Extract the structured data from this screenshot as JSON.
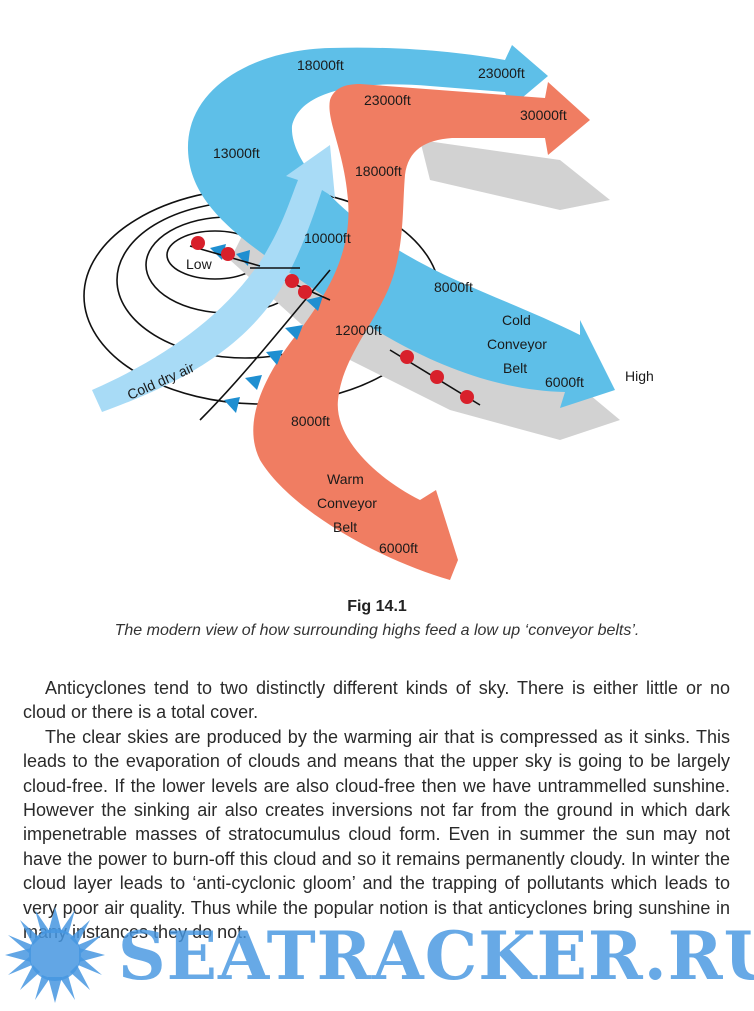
{
  "figure": {
    "labels": {
      "cold_top_18000": "18000ft",
      "cold_top_23000": "23000ft",
      "cold_13000": "13000ft",
      "cold_10000": "10000ft",
      "cold_8000": "8000ft",
      "cold_belt_line1": "Cold",
      "cold_belt_line2": "Conveyor",
      "cold_belt_line3": "Belt",
      "cold_6000": "6000ft",
      "warm_23000": "23000ft",
      "warm_30000": "30000ft",
      "warm_18000": "18000ft",
      "warm_12000": "12000ft",
      "warm_8000": "8000ft",
      "warm_belt_line1": "Warm",
      "warm_belt_line2": "Conveyor",
      "warm_belt_line3": "Belt",
      "warm_6000": "6000ft",
      "low": "Low",
      "high": "High",
      "cold_dry_air": "Cold dry air"
    },
    "colors": {
      "cold_conveyor": "#5ebfe8",
      "warm_conveyor": "#f07d62",
      "cold_dry_air": "#a8dbf6",
      "shadow": "#cfcfcf",
      "cold_front_triangles": "#1f8fd1",
      "warm_front_semicircles": "#d8202b"
    }
  },
  "caption": {
    "number": "Fig 14.1",
    "text": "The modern view of how surrounding highs feed a low up ‘conveyor belts’."
  },
  "body": {
    "p1": "Anticyclones tend to two distinctly different kinds of sky. There is either little or no cloud or there is a total cover.",
    "p2": "The clear skies are produced by the warming air that is compressed as it sinks. This leads to the evaporation of clouds and means that the upper sky is going to be largely cloud-free. If the lower levels are also cloud-free then we have untrammelled sunshine. However the sinking air also creates inversions not far from the ground in which dark impenetrable masses of stratocumulus cloud form. Even in summer the sun may not have the power to burn-off this cloud and so it remains permanently cloudy. In winter the cloud layer leads to ‘anti-cyclonic gloom’ and the trapping of pollutants which leads to very poor air quality. Thus while the popular notion is that anticyclones bring sunshine in many instances they do not."
  },
  "watermark": {
    "text": "SEATRACKER.RU",
    "color": "#4696e1"
  }
}
